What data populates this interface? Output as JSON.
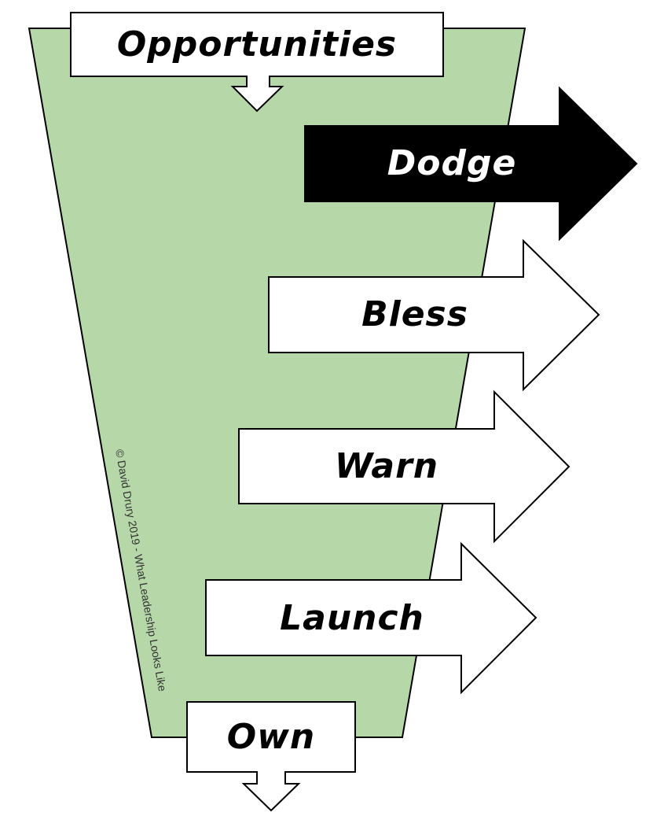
{
  "diagram": {
    "colors": {
      "funnel_fill": "#b6d7a8",
      "outline": "#000000",
      "box_fill": "#ffffff",
      "highlight_fill": "#000000",
      "highlight_text": "#ffffff"
    },
    "top_box": {
      "label": "Opportunities"
    },
    "bottom_box": {
      "label": "Own"
    },
    "arrows": [
      {
        "label": "Dodge",
        "highlighted": true
      },
      {
        "label": "Bless",
        "highlighted": false
      },
      {
        "label": "Warn",
        "highlighted": false
      },
      {
        "label": "Launch",
        "highlighted": false
      }
    ],
    "copyright": "© David Drury 2019 - What Leadership Looks Like"
  }
}
